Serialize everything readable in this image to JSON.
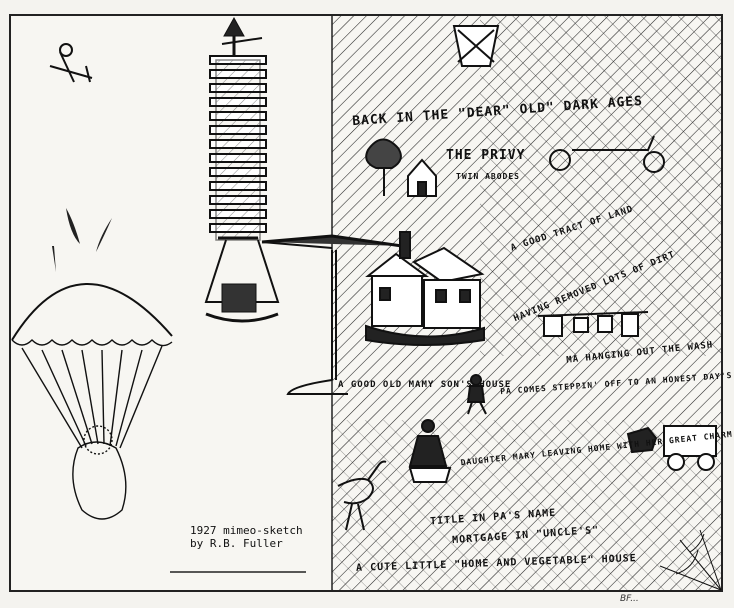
{
  "caption": {
    "line1": "1927 mimeo-sketch",
    "line2": "by R.B. Fuller"
  },
  "signature": "BF...",
  "labels": {
    "title": "BACK IN THE \"DEAR\" OLD\" DARK AGES",
    "privy": "THE PRIVY",
    "twin_abodes": "TWIN ABODES",
    "acre": "A GOOD TRACT OF LAND",
    "removed": "HAVING REMOVED LOTS OF DIRT",
    "hanging": "MA HANGING OUT THE WASH",
    "mammy": "A GOOD OLD MAMY SON'S HOUSE",
    "pa": "PA COMES STEPPIN' OFF TO AN HONEST DAY'S WORK",
    "daughter": "DAUGHTER MARY LEAVING HOME WITH HER GREAT CHARM",
    "title_name": "TITLE IN PA'S NAME",
    "mortgage": "MORTGAGE IN \"UNCLE'S\"",
    "cute": "A CUTE LITTLE \"HOME AND VEGETABLE\" HOUSE"
  }
}
